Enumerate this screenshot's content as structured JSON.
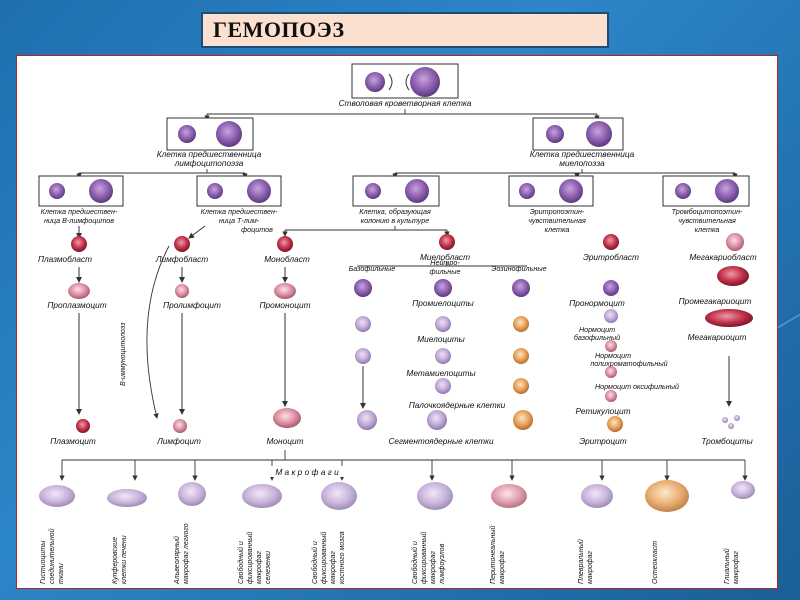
{
  "title": "ГЕМОПОЭЗ",
  "stem": "Стволовая кроветворная клетка",
  "level2": {
    "lymph": [
      "Клетка предшественница",
      "лимфоцитопоэза"
    ],
    "myelo": [
      "Клетка предшественница",
      "миелопоэза"
    ]
  },
  "level3": {
    "b": [
      "Клетка предшествен-",
      "ница В-лимфоцитов"
    ],
    "t": [
      "Клетка предшествен-",
      "ница Т-лим-",
      "фоцитов"
    ],
    "cfu": [
      "Клетка, образующая",
      "колонию в культуре"
    ],
    "ery": [
      "Эритропоэтин-",
      "чувствительная",
      "клетка"
    ],
    "thr": [
      "Тромбоцитопоэтин-",
      "чувствительная",
      "клетка"
    ]
  },
  "cells": {
    "plasmoblast": "Плазмобласт",
    "proplasmocyte": "Проплазмоцит",
    "plasmocyte": "Плазмоцит",
    "lymphoblast": "Лимфобласт",
    "prolymphocyte": "Пролимфоцит",
    "lymphocyte": "Лимфоцит",
    "monoblast": "Монобласт",
    "promonocyte": "Промоноцит",
    "monocyte": "Моноцит",
    "myeloblast": "Миелобласт",
    "basophilic": "Базофильные",
    "neutro": [
      "Нейтро-",
      "фильные"
    ],
    "eosinophilic": "Эозинофильные",
    "promyelocytes": "Промиелоциты",
    "myelocytes": "Миелоциты",
    "metamyelocytes": "Метамиелоциты",
    "band": "Палочкоядерные клетки",
    "segmented": "Сегментоядерные клетки",
    "erythroblast": "Эритробласт",
    "pronormocyte": "Пронормоцит",
    "norm_baso": [
      "Нормоцит",
      "базофильный"
    ],
    "norm_poly": [
      "Нормоцит",
      "полихроматофильный"
    ],
    "norm_oxy": "Нормоцит оксифильный",
    "reticulocyte": "Ретикулоцит",
    "erythrocyte": "Эритроцит",
    "megakaryoblast": "Мегакариобласт",
    "promegakaryocyte": "Промегакариоцит",
    "megakaryocyte": "Мегакариоцит",
    "platelets": "Тромбоциты"
  },
  "b_immuno": "В-иммуноцитопоэз",
  "macrophages": "М а к р о ф а г и",
  "macro_list": [
    [
      "Гистиоциты",
      "соединительной",
      "ткани"
    ],
    [
      "Купферовские",
      "клетки печени"
    ],
    [
      "Альвеолярный",
      "макрофаг легкого"
    ],
    [
      "Свободный и",
      "фиксированный",
      "макрофаг",
      "селезенки"
    ],
    [
      "Свободный и",
      "фиксированный",
      "макрофаг",
      "костного мозга"
    ],
    [
      "Свободный и",
      "фиксированный",
      "макрофаг",
      "лимфоузлов"
    ],
    [
      "Перитонеальный",
      "макрофаг"
    ],
    [
      "Плевральный",
      "макрофаг"
    ],
    [
      "Остеокласт"
    ],
    [
      "Глиальный",
      "макрофаг"
    ]
  ],
  "colors": {
    "background": "#1f6fae",
    "title_fill": "#fbe0d0",
    "panel_border": "#b22222",
    "cell_purple": "#8a5fae",
    "cell_red": "#c0304a"
  }
}
